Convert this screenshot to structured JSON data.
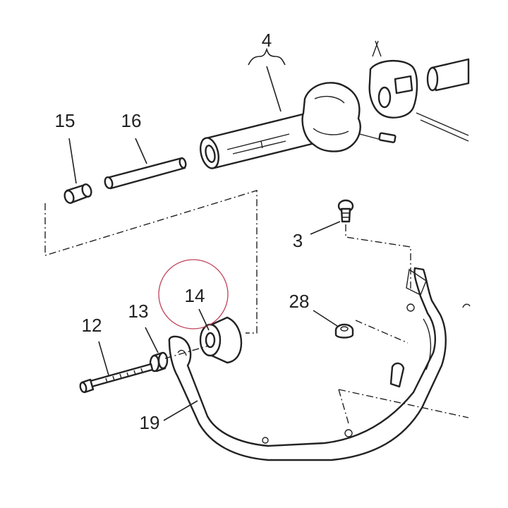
{
  "callouts": {
    "part_4": "4",
    "part_15": "15",
    "part_16": "16",
    "part_3": "3",
    "part_28": "28",
    "part_14": "14",
    "part_12": "12",
    "part_13": "13",
    "part_19": "19"
  },
  "highlight": {
    "part": "14",
    "color": "#c0405a"
  },
  "colors": {
    "line": "#222222",
    "background": "#ffffff"
  }
}
